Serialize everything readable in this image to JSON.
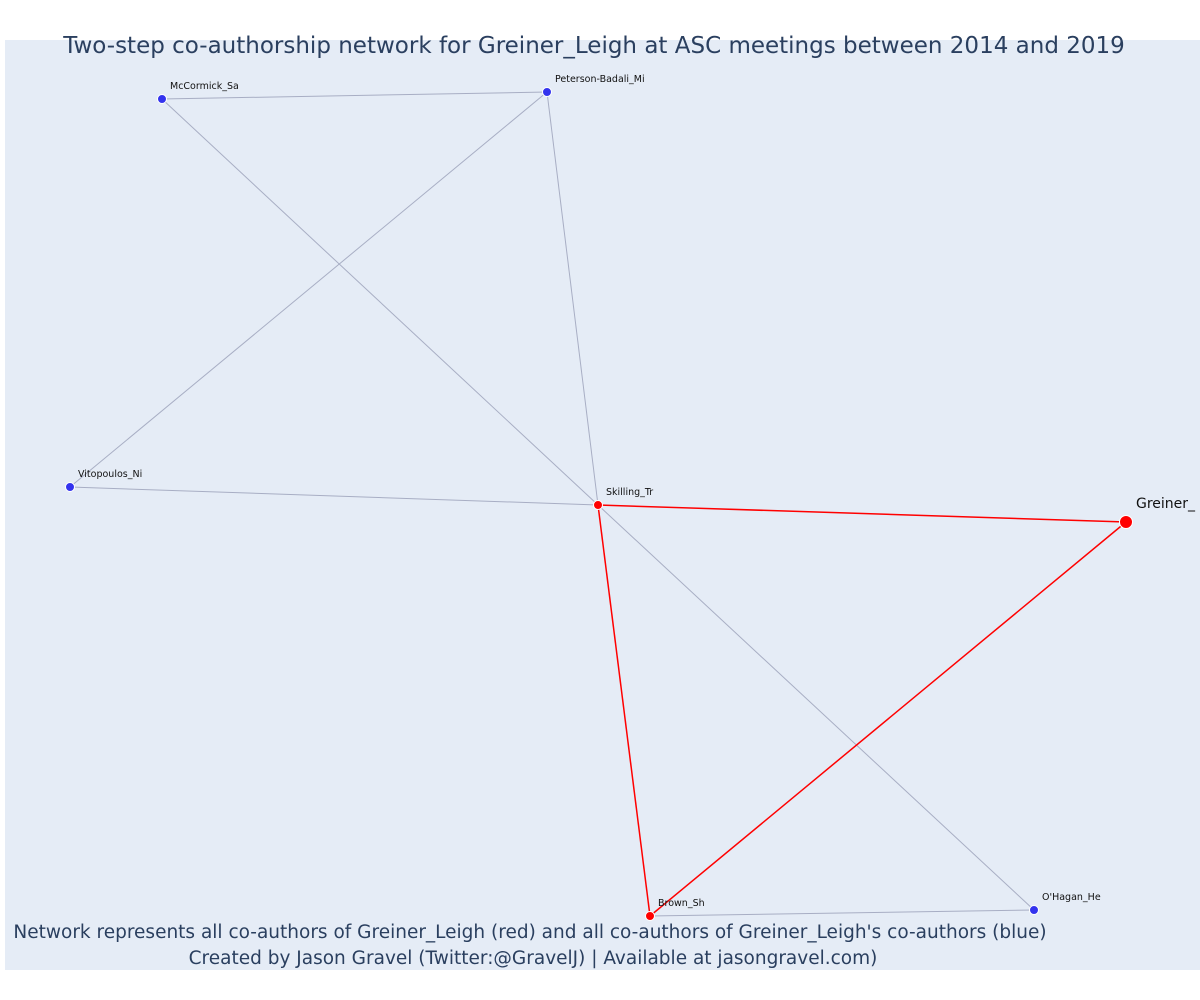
{
  "chart_data": {
    "type": "network",
    "title": "Two-step co-authorship network for Greiner_Leigh at ASC meetings between 2014 and 2019",
    "caption_lines": [
      "Network represents all co-authors of Greiner_Leigh (red) and all co-authors of Greiner_Leigh's co-authors (blue)",
      "Created by Jason Gravel (Twitter:@GravelJ) | Available at jasongravel.com)"
    ],
    "colors": {
      "plot_background": "#e5ecf6",
      "red": "#ff0000",
      "blue": "#3333ee",
      "grey_edge": "#a8aec4",
      "title": "#2a3f5f"
    },
    "nodes": [
      {
        "id": "Greiner_Leigh",
        "label": "Greiner_",
        "group": "red",
        "focal": true
      },
      {
        "id": "Skilling_Tr",
        "label": "Skilling_Tr",
        "group": "red"
      },
      {
        "id": "Brown_Sh",
        "label": "Brown_Sh",
        "group": "red"
      },
      {
        "id": "McCormick_Sa",
        "label": "McCormick_Sa",
        "group": "blue"
      },
      {
        "id": "Peterson-Badali_Mi",
        "label": "Peterson-Badali_Mi",
        "group": "blue"
      },
      {
        "id": "Vitopoulos_Ni",
        "label": "Vitopoulos_Ni",
        "group": "blue"
      },
      {
        "id": "O'Hagan_He",
        "label": "O'Hagan_He",
        "group": "blue"
      }
    ],
    "edges": [
      {
        "source": "McCormick_Sa",
        "target": "Peterson-Badali_Mi",
        "group": "grey"
      },
      {
        "source": "McCormick_Sa",
        "target": "Skilling_Tr",
        "group": "grey"
      },
      {
        "source": "Peterson-Badali_Mi",
        "target": "Vitopoulos_Ni",
        "group": "grey"
      },
      {
        "source": "Peterson-Badali_Mi",
        "target": "Skilling_Tr",
        "group": "grey"
      },
      {
        "source": "Vitopoulos_Ni",
        "target": "Skilling_Tr",
        "group": "grey"
      },
      {
        "source": "Skilling_Tr",
        "target": "O'Hagan_He",
        "group": "grey"
      },
      {
        "source": "Brown_Sh",
        "target": "O'Hagan_He",
        "group": "grey"
      },
      {
        "source": "Skilling_Tr",
        "target": "Greiner_Leigh",
        "group": "red"
      },
      {
        "source": "Skilling_Tr",
        "target": "Brown_Sh",
        "group": "red"
      },
      {
        "source": "Brown_Sh",
        "target": "Greiner_Leigh",
        "group": "red"
      }
    ]
  }
}
